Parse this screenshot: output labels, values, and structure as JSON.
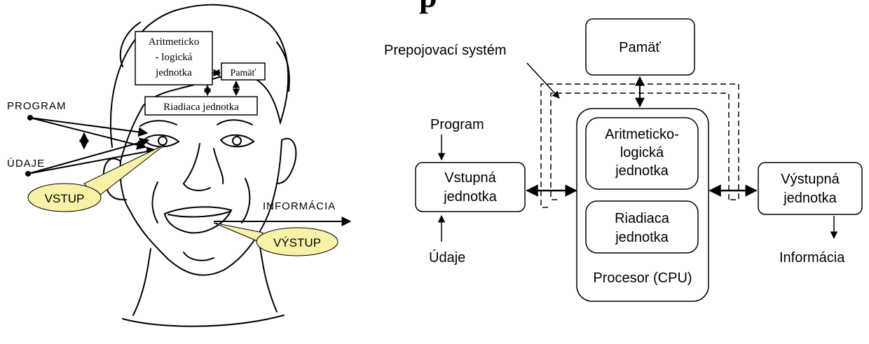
{
  "title_fragment": "p",
  "face": {
    "brain_labels": {
      "alu_line1": "Aritmeticko",
      "alu_line2": "- logická",
      "alu_line3": "jednotka",
      "memory": "Pamäť",
      "control": "Riadiaca jednotka"
    },
    "program": "PROGRAM",
    "data": "ÚDAJE",
    "input_bubble": "VSTUP",
    "information": "INFORMÁCIA",
    "output_bubble": "VÝSTUP"
  },
  "diagram": {
    "memory": "Pamäť",
    "interconnect": "Prepojovací systém",
    "program": "Program",
    "data": "Údaje",
    "input_unit_line1": "Vstupná",
    "input_unit_line2": "jednotka",
    "alu_line1": "Aritmeticko-",
    "alu_line2": "logická",
    "alu_line3": "jednotka",
    "control_line1": "Riadiaca",
    "control_line2": "jednotka",
    "processor": "Procesor (CPU)",
    "output_unit_line1": "Výstupná",
    "output_unit_line2": "jednotka",
    "information": "Informácia"
  }
}
